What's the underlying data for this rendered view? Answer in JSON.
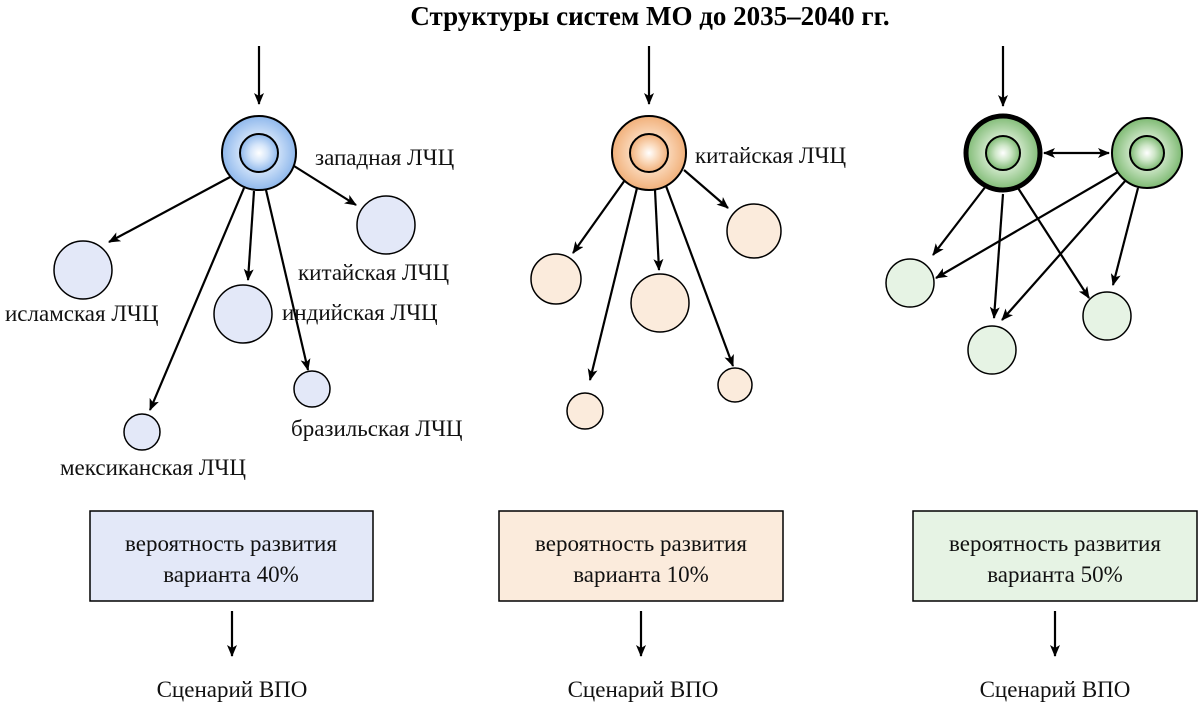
{
  "title": "Структуры систем МО до 2035–2040 гг.",
  "colors": {
    "blue_fill": "#e3e8f8",
    "orange_fill": "#fbebdc",
    "green_fill": "#e6f3e4",
    "blue_hub": "#8fb8ec",
    "orange_hub": "#f1b07a",
    "green_hub": "#7eba73"
  },
  "variants": [
    {
      "hub_label": "западная ЛЧЦ",
      "labels": {
        "islam": "исламская ЛЧЦ",
        "china": "китайская ЛЧЦ",
        "india": "индийская ЛЧЦ",
        "brazil": "бразильская ЛЧЦ",
        "mexico": "мексиканская ЛЧЦ"
      },
      "box_line1": "вероятность развития",
      "box_line2": "варианта 40%",
      "probability_percent": 40,
      "scenario": "Сценарий ВПО"
    },
    {
      "hub_label": "китайская ЛЧЦ",
      "box_line1": "вероятность развития",
      "box_line2": "варианта 10%",
      "probability_percent": 10,
      "scenario": "Сценарий ВПО"
    },
    {
      "box_line1": "вероятность развития",
      "box_line2": "варианта 50%",
      "probability_percent": 50,
      "scenario": "Сценарий ВПО"
    }
  ]
}
